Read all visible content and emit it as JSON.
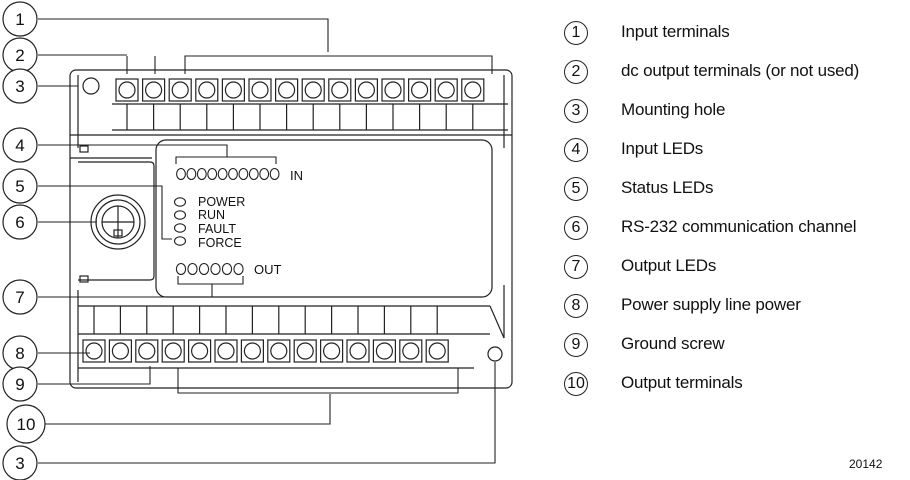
{
  "device": {
    "in_label": "IN",
    "out_label": "OUT",
    "status_leds": [
      "POWER",
      "RUN",
      "FAULT",
      "FORCE"
    ]
  },
  "callouts": [
    "1",
    "2",
    "3",
    "4",
    "5",
    "6",
    "7",
    "8",
    "9",
    "10",
    "3"
  ],
  "legend": [
    {
      "num": "1",
      "label": "Input terminals"
    },
    {
      "num": "2",
      "label": "dc output terminals (or not used)"
    },
    {
      "num": "3",
      "label": "Mounting hole"
    },
    {
      "num": "4",
      "label": "Input LEDs"
    },
    {
      "num": "5",
      "label": "Status LEDs"
    },
    {
      "num": "6",
      "label": "RS-232 communication channel"
    },
    {
      "num": "7",
      "label": "Output LEDs"
    },
    {
      "num": "8",
      "label": "Power supply line power"
    },
    {
      "num": "9",
      "label": "Ground screw"
    },
    {
      "num": "10",
      "label": "Output terminals"
    }
  ],
  "figure_id": "20142"
}
